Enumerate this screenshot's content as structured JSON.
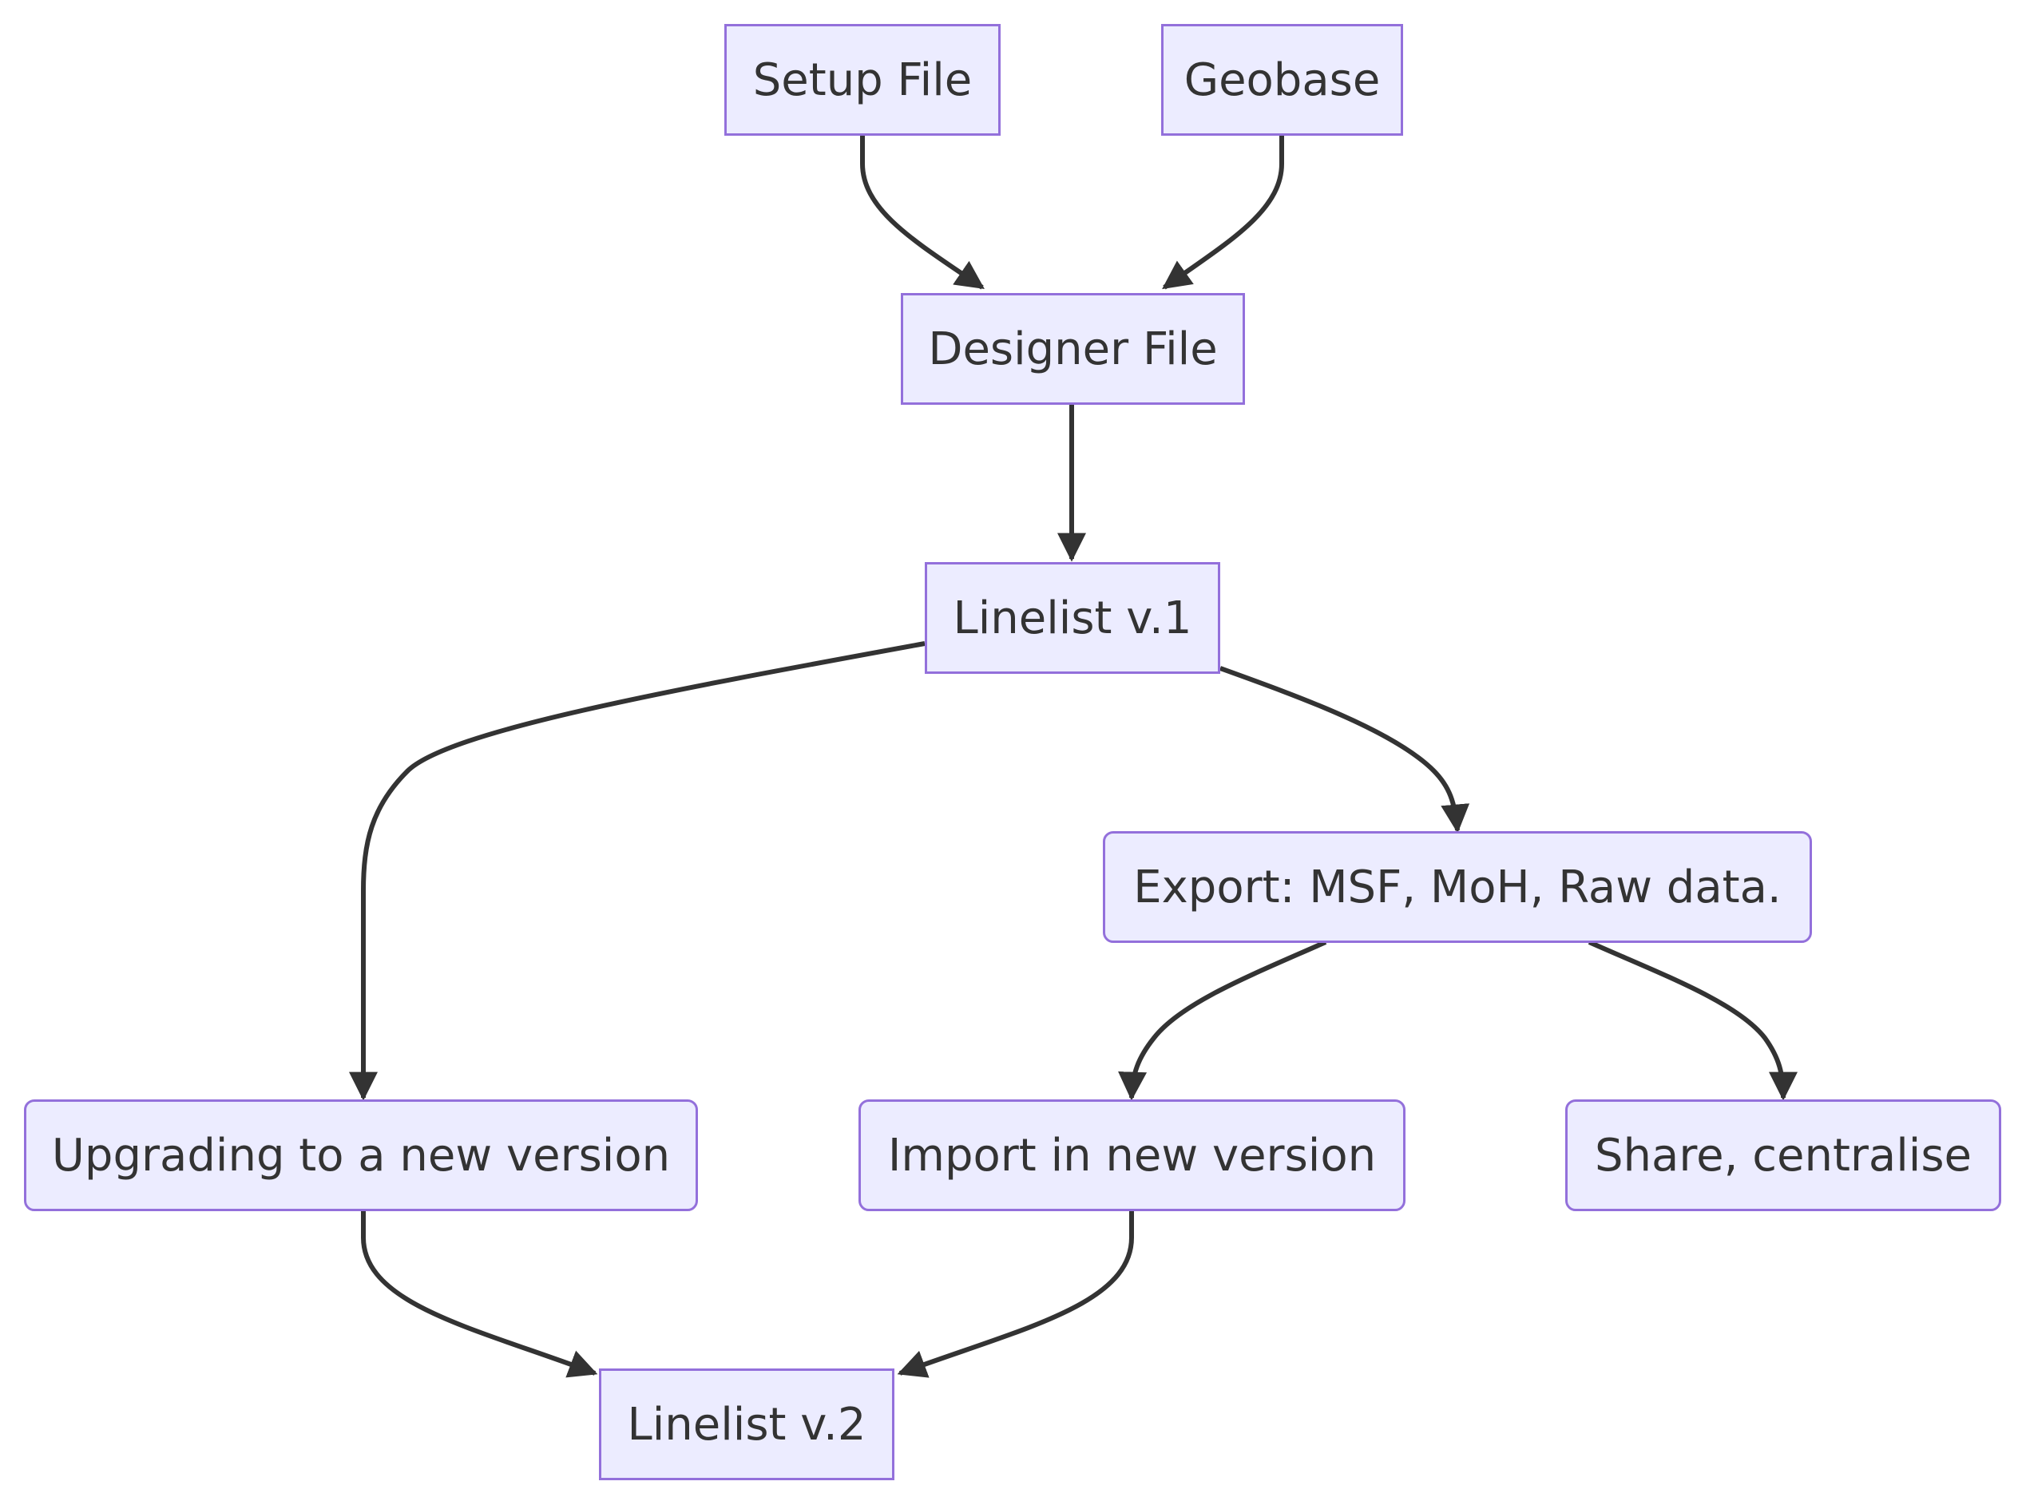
{
  "colors": {
    "node_fill": "#ececff",
    "node_border": "#9370db",
    "edge": "#333333",
    "text": "#333333",
    "background": "#ffffff"
  },
  "nodes": {
    "setup_file": "Setup File",
    "geobase": "Geobase",
    "designer_file": "Designer File",
    "linelist_v1": "Linelist v.1",
    "upgrading": "Upgrading to a new version",
    "export": "Export: MSF, MoH, Raw data.",
    "import_new": "Import in new version",
    "share": "Share, centralise",
    "linelist_v2": "Linelist v.2"
  },
  "edges": [
    {
      "from": "setup_file",
      "to": "designer_file"
    },
    {
      "from": "geobase",
      "to": "designer_file"
    },
    {
      "from": "designer_file",
      "to": "linelist_v1"
    },
    {
      "from": "linelist_v1",
      "to": "upgrading"
    },
    {
      "from": "linelist_v1",
      "to": "export"
    },
    {
      "from": "export",
      "to": "import_new"
    },
    {
      "from": "export",
      "to": "share"
    },
    {
      "from": "upgrading",
      "to": "linelist_v2"
    },
    {
      "from": "import_new",
      "to": "linelist_v2"
    }
  ]
}
